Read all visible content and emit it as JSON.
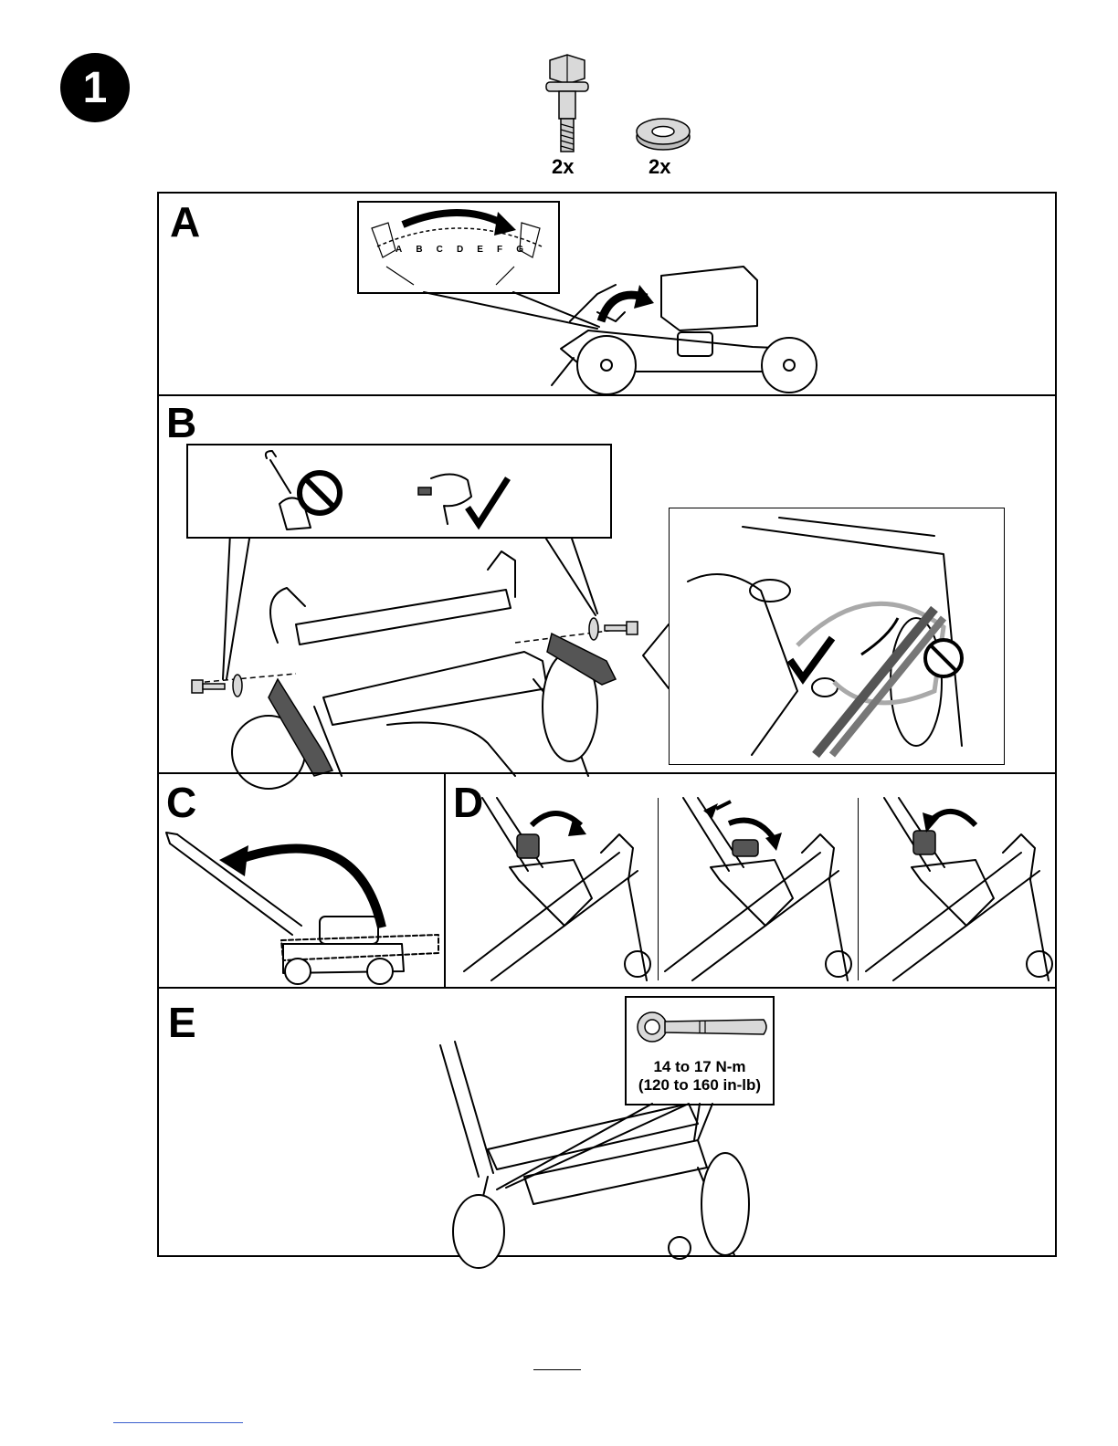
{
  "step": {
    "number": "1"
  },
  "hardware": [
    {
      "name": "bolt",
      "qty": "2x"
    },
    {
      "name": "washer",
      "qty": "2x"
    }
  ],
  "panels": {
    "a": {
      "letter": "A",
      "dial_letters": [
        "A",
        "B",
        "C",
        "D",
        "E",
        "F",
        "G"
      ]
    },
    "b": {
      "letter": "B"
    },
    "c": {
      "letter": "C"
    },
    "d": {
      "letter": "D"
    },
    "e": {
      "letter": "E",
      "torque_line1": "14 to 17 N-m",
      "torque_line2": "(120 to 160 in-lb)"
    }
  },
  "icons": [
    "no-wrench-icon",
    "hand-tighten-check-icon",
    "prohibited-icon",
    "check-mark-icon",
    "rotate-arrow-icon"
  ]
}
